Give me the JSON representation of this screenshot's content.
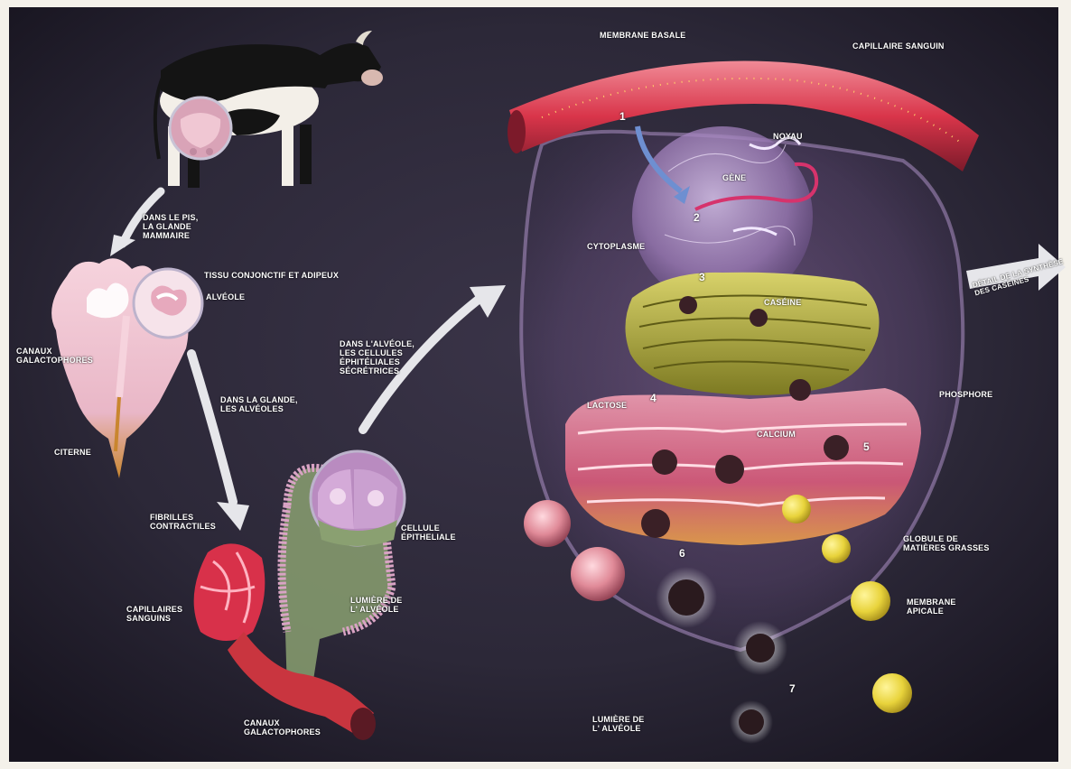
{
  "colors": {
    "background": "#2c2838",
    "vignette": "#17141f",
    "capillary": "#d9354a",
    "cell": "#8e6aa2",
    "nucleus": "#b79ad1",
    "golgi": "#b9b34a",
    "reticulum": "#d95b7a",
    "fat_globule": "#e8d33b",
    "cow_black": "#141414",
    "cow_white": "#f3efe8",
    "udder": "#d9a3b7",
    "gland": "#e9b7c7",
    "label_text": "#ffffff",
    "paper_border": "#f4f1ea"
  },
  "icons": [
    "cow",
    "udder-magnifier",
    "mammary-gland",
    "alveolus-magnifier",
    "alveolus",
    "epithelial-cell-magnifier",
    "secretory-cell",
    "nucleus",
    "gene-strand",
    "golgi-apparatus",
    "endoplasmic-reticulum",
    "fat-globule",
    "casein-micelle",
    "arrow"
  ],
  "labels": {
    "udder_note": "DANS LE PIS,\nLA GLANDE\nMAMMAIRE",
    "gland_note": "DANS LA GLANDE,\nLES ALVÉOLES",
    "cell_note": "DANS L'ALVÉOLE,\nLES CELLULES\nÉPHITÉLIALES\nSÉCRÉTRICES",
    "tissu": "TISSU CONJONCTIF ET ADIPEUX",
    "alveole": "ALVÉOLE",
    "canaux_left": "CANAUX\nGALACTOPHORES",
    "citerne": "CITERNE",
    "fibrilles": "FIBRILLES\nCONTRACTILES",
    "capillaires": "CAPILLAIRES\nSANGUINS",
    "cellule_epi": "CELLULE\nÉPITHELIALE",
    "lumiere_alv": "LUMIÈRE DE\nL' ALVÉOLE",
    "canaux_bottom": "CANAUX\nGALACTOPHORES",
    "membrane_basale": "MEMBRANE BASALE",
    "capillaire_sanguin": "CAPILLAIRE SANGUIN",
    "noyau": "NOYAU",
    "gene": "GÈNE",
    "cytoplasme": "CYTOPLASME",
    "caseine": "CASÉINE",
    "phosphore": "PHOSPHORE",
    "lactose": "LACTOSE",
    "calcium": "CALCIUM",
    "globule": "GLOBULE DE\nMATIÈRES GRASSES",
    "membrane_apicale": "MEMBRANE\nAPICALE",
    "lumiere_bottom": "LUMIÈRE DE\nL' ALVÉOLE",
    "detail": "DÉTAIL DE LA SYNTHÈSE\nDES CASÉINES"
  },
  "steps": [
    "1",
    "2",
    "3",
    "4",
    "5",
    "6",
    "7"
  ]
}
